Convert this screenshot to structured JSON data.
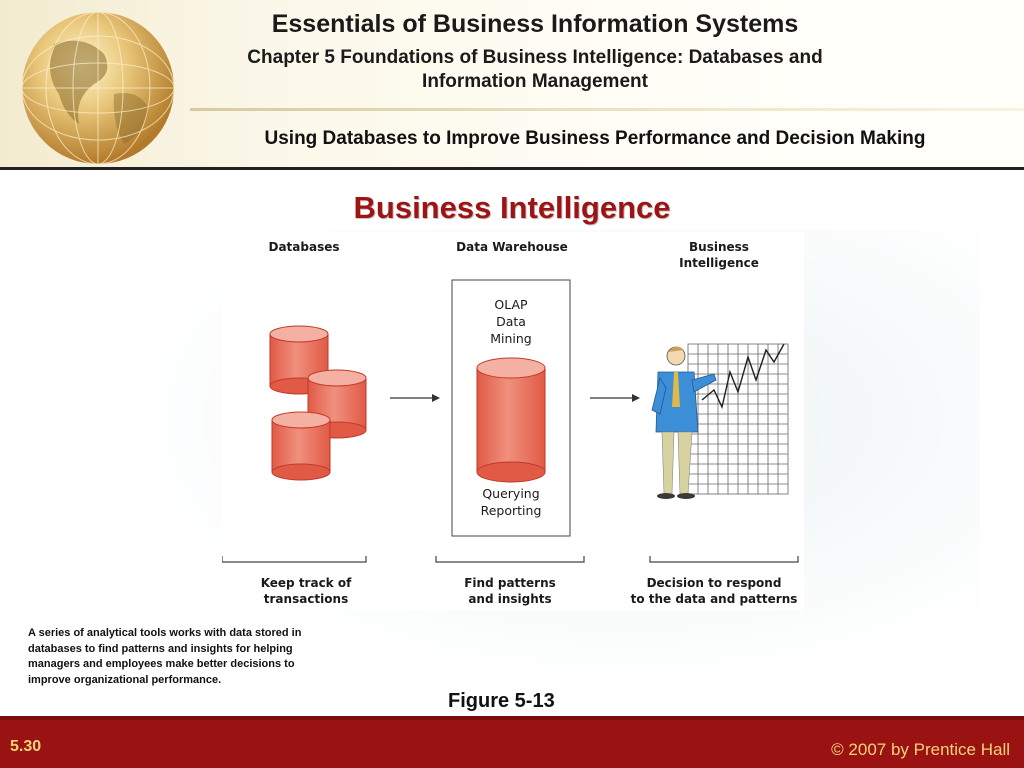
{
  "header": {
    "title": "Essentials of Business Information Systems",
    "chapter_line1": "Chapter 5 Foundations of Business Intelligence: Databases and",
    "chapter_line2": "Information Management",
    "section": "Using Databases to Improve Business Performance and Decision Making"
  },
  "slide": {
    "heading": "Business Intelligence"
  },
  "figure": {
    "col1_title": "Databases",
    "col2_title": "Data Warehouse",
    "col3_title_line1": "Business",
    "col3_title_line2": "Intelligence",
    "warehouse_top_lines": [
      "OLAP",
      "Data",
      "Mining"
    ],
    "warehouse_bottom_lines": [
      "Querying",
      "Reporting"
    ],
    "col1_caption_line1": "Keep track of",
    "col1_caption_line2": "transactions",
    "col2_caption_line1": "Find patterns",
    "col2_caption_line2": "and insights",
    "col3_caption_line1": "Decision to respond",
    "col3_caption_line2": "to the data and patterns"
  },
  "caption": {
    "text": "A series of analytical tools works with data stored in databases to find patterns and insights for helping managers and employees make better decisions to improve organizational performance.",
    "figure_number": "Figure 5-13"
  },
  "footer": {
    "slide_number": "5.30",
    "copyright": "© 2007 by Prentice Hall"
  },
  "colors": {
    "heading_red": "#9c1414",
    "footer_red": "#9a1212",
    "footer_text": "#f3d27a",
    "cylinder": "#e8735f"
  },
  "icons": [
    "globe-icon",
    "database-cylinder-icon",
    "arrow-right-icon",
    "presenter-with-chart-icon"
  ]
}
